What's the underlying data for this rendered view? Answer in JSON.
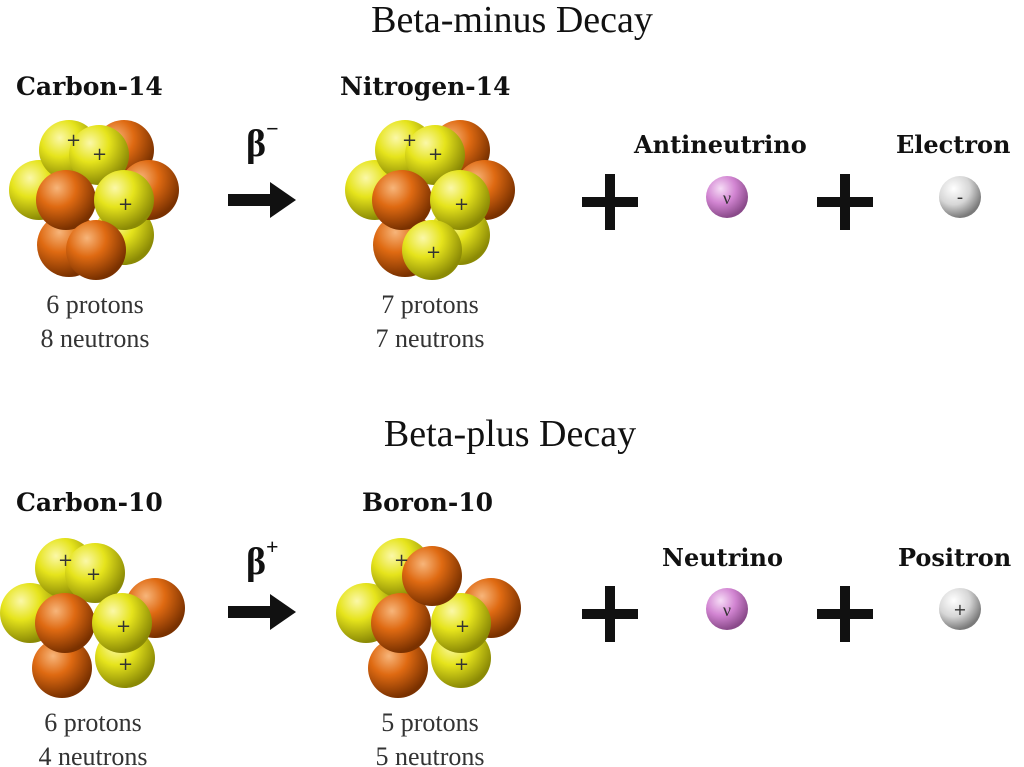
{
  "colors": {
    "proton": "#e8e61e",
    "neutron": "#e06a10",
    "antineutrino": "#d987d8",
    "electron": "#d8d8d8",
    "text": "#111111"
  },
  "beta_minus": {
    "title": "Beta-minus Decay",
    "parent": {
      "name": "Carbon-14",
      "protons": "6 protons",
      "neutrons": "8 neutrons"
    },
    "arrow": {
      "symbol": "β",
      "charge": "−"
    },
    "daughter": {
      "name": "Nitrogen-14",
      "protons": "7 protons",
      "neutrons": "7 neutrons"
    },
    "particle1": {
      "name": "Antineutrino",
      "symbol": "ν"
    },
    "particle2": {
      "name": "Electron",
      "symbol": "-"
    }
  },
  "beta_plus": {
    "title": "Beta-plus Decay",
    "parent": {
      "name": "Carbon-10",
      "protons": "6 protons",
      "neutrons": "4 neutrons"
    },
    "arrow": {
      "symbol": "β",
      "charge": "+"
    },
    "daughter": {
      "name": "Boron-10",
      "protons": "5 protons",
      "neutrons": "5 neutrons"
    },
    "particle1": {
      "name": "Neutrino",
      "symbol": "ν"
    },
    "particle2": {
      "name": "Positron",
      "symbol": "+"
    }
  }
}
